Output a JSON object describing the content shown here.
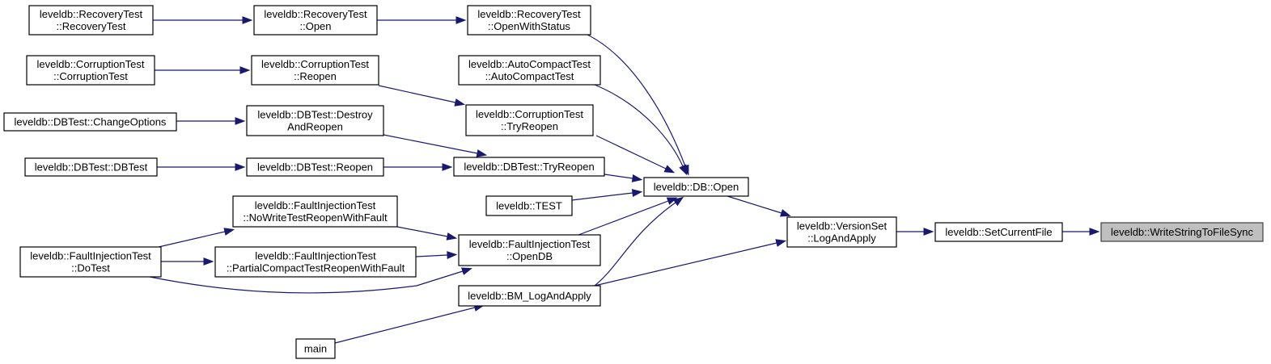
{
  "diagram": {
    "type": "call-graph",
    "edge_color": "#191970",
    "focus_fill": "#bfbfbf",
    "nodes": [
      {
        "id": "recovery_ctor",
        "lines": [
          "leveldb::RecoveryTest",
          "::RecoveryTest"
        ]
      },
      {
        "id": "recovery_open",
        "lines": [
          "leveldb::RecoveryTest",
          "::Open"
        ]
      },
      {
        "id": "recovery_openws",
        "lines": [
          "leveldb::RecoveryTest",
          "::OpenWithStatus"
        ]
      },
      {
        "id": "corruption_ctor",
        "lines": [
          "leveldb::CorruptionTest",
          "::CorruptionTest"
        ]
      },
      {
        "id": "corruption_reopen",
        "lines": [
          "leveldb::CorruptionTest",
          "::Reopen"
        ]
      },
      {
        "id": "autocompact",
        "lines": [
          "leveldb::AutoCompactTest",
          "::AutoCompactTest"
        ]
      },
      {
        "id": "corruption_tryreopen",
        "lines": [
          "leveldb::CorruptionTest",
          "::TryReopen"
        ]
      },
      {
        "id": "dbtest_changeoptions",
        "lines": [
          "leveldb::DBTest::ChangeOptions"
        ]
      },
      {
        "id": "dbtest_destroyreopen",
        "lines": [
          "leveldb::DBTest::Destroy",
          "AndReopen"
        ]
      },
      {
        "id": "dbtest_ctor",
        "lines": [
          "leveldb::DBTest::DBTest"
        ]
      },
      {
        "id": "dbtest_reopen",
        "lines": [
          "leveldb::DBTest::Reopen"
        ]
      },
      {
        "id": "dbtest_tryreopen",
        "lines": [
          "leveldb::DBTest::TryReopen"
        ]
      },
      {
        "id": "db_open",
        "lines": [
          "leveldb::DB::Open"
        ]
      },
      {
        "id": "test",
        "lines": [
          "leveldb::TEST"
        ]
      },
      {
        "id": "fi_nowrite",
        "lines": [
          "leveldb::FaultInjectionTest",
          "::NoWriteTestReopenWithFault"
        ]
      },
      {
        "id": "fi_dotest",
        "lines": [
          "leveldb::FaultInjectionTest",
          "::DoTest"
        ]
      },
      {
        "id": "fi_partial",
        "lines": [
          "leveldb::FaultInjectionTest",
          "::PartialCompactTestReopenWithFault"
        ]
      },
      {
        "id": "fi_opendb",
        "lines": [
          "leveldb::FaultInjectionTest",
          "::OpenDB"
        ]
      },
      {
        "id": "versionset_logandapply",
        "lines": [
          "leveldb::VersionSet",
          "::LogAndApply"
        ]
      },
      {
        "id": "setcurrentfile",
        "lines": [
          "leveldb::SetCurrentFile"
        ]
      },
      {
        "id": "writestringtofilesync",
        "lines": [
          "leveldb::WriteStringToFileSync"
        ],
        "focus": true
      },
      {
        "id": "bm_logandapply",
        "lines": [
          "leveldb::BM_LogAndApply"
        ]
      },
      {
        "id": "main",
        "lines": [
          "main"
        ]
      }
    ],
    "edges": [
      {
        "from": "recovery_ctor",
        "to": "recovery_open"
      },
      {
        "from": "recovery_open",
        "to": "recovery_openws"
      },
      {
        "from": "recovery_openws",
        "to": "db_open"
      },
      {
        "from": "corruption_ctor",
        "to": "corruption_reopen"
      },
      {
        "from": "corruption_reopen",
        "to": "corruption_tryreopen"
      },
      {
        "from": "autocompact",
        "to": "db_open"
      },
      {
        "from": "corruption_tryreopen",
        "to": "db_open"
      },
      {
        "from": "dbtest_changeoptions",
        "to": "dbtest_destroyreopen"
      },
      {
        "from": "dbtest_destroyreopen",
        "to": "dbtest_tryreopen"
      },
      {
        "from": "dbtest_ctor",
        "to": "dbtest_reopen"
      },
      {
        "from": "dbtest_reopen",
        "to": "dbtest_tryreopen"
      },
      {
        "from": "dbtest_tryreopen",
        "to": "db_open"
      },
      {
        "from": "test",
        "to": "db_open"
      },
      {
        "from": "fi_dotest",
        "to": "fi_nowrite"
      },
      {
        "from": "fi_dotest",
        "to": "fi_partial"
      },
      {
        "from": "fi_dotest",
        "to": "fi_opendb"
      },
      {
        "from": "fi_nowrite",
        "to": "fi_opendb"
      },
      {
        "from": "fi_partial",
        "to": "fi_opendb"
      },
      {
        "from": "fi_opendb",
        "to": "db_open"
      },
      {
        "from": "db_open",
        "to": "versionset_logandapply"
      },
      {
        "from": "bm_logandapply",
        "to": "db_open"
      },
      {
        "from": "bm_logandapply",
        "to": "versionset_logandapply"
      },
      {
        "from": "main",
        "to": "bm_logandapply"
      },
      {
        "from": "versionset_logandapply",
        "to": "setcurrentfile"
      },
      {
        "from": "setcurrentfile",
        "to": "writestringtofilesync"
      }
    ]
  }
}
